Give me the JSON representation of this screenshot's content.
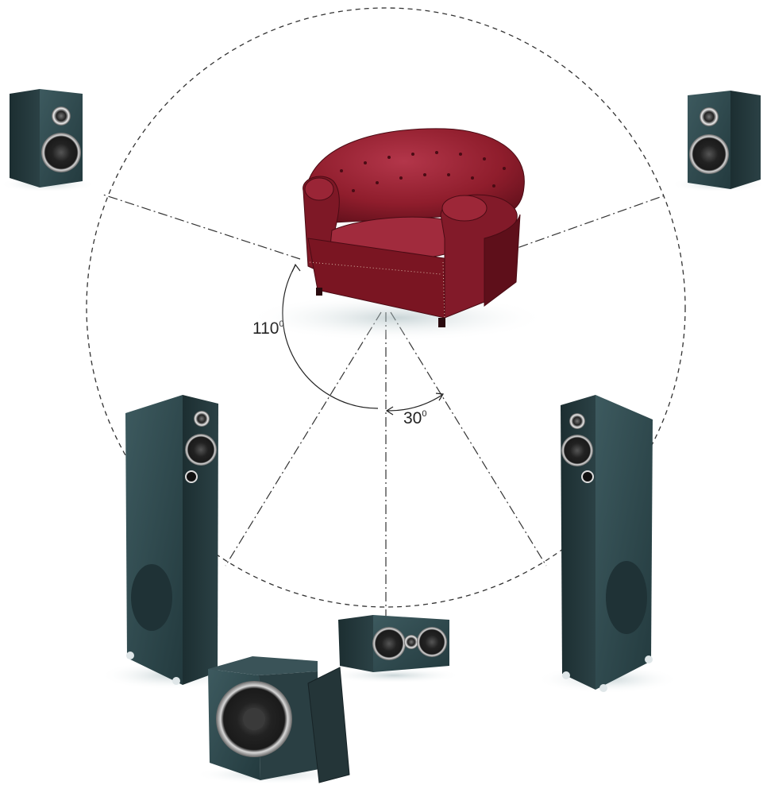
{
  "diagram": {
    "angles": [
      {
        "value": "110",
        "unit": "0"
      },
      {
        "value": "30",
        "unit": "0"
      }
    ]
  },
  "objects": {
    "listener": "armchair",
    "speakers": [
      "surround-left-bookshelf-speaker",
      "surround-right-bookshelf-speaker",
      "front-left-floorstanding-speaker",
      "front-right-floorstanding-speaker",
      "center-channel-speaker",
      "subwoofer"
    ]
  },
  "colors": {
    "chair": "#8f1d2c",
    "chair_dark": "#5e0f1a",
    "speaker_body": "#2f4a4f",
    "speaker_dark": "#1d2f33",
    "line": "#333333"
  }
}
